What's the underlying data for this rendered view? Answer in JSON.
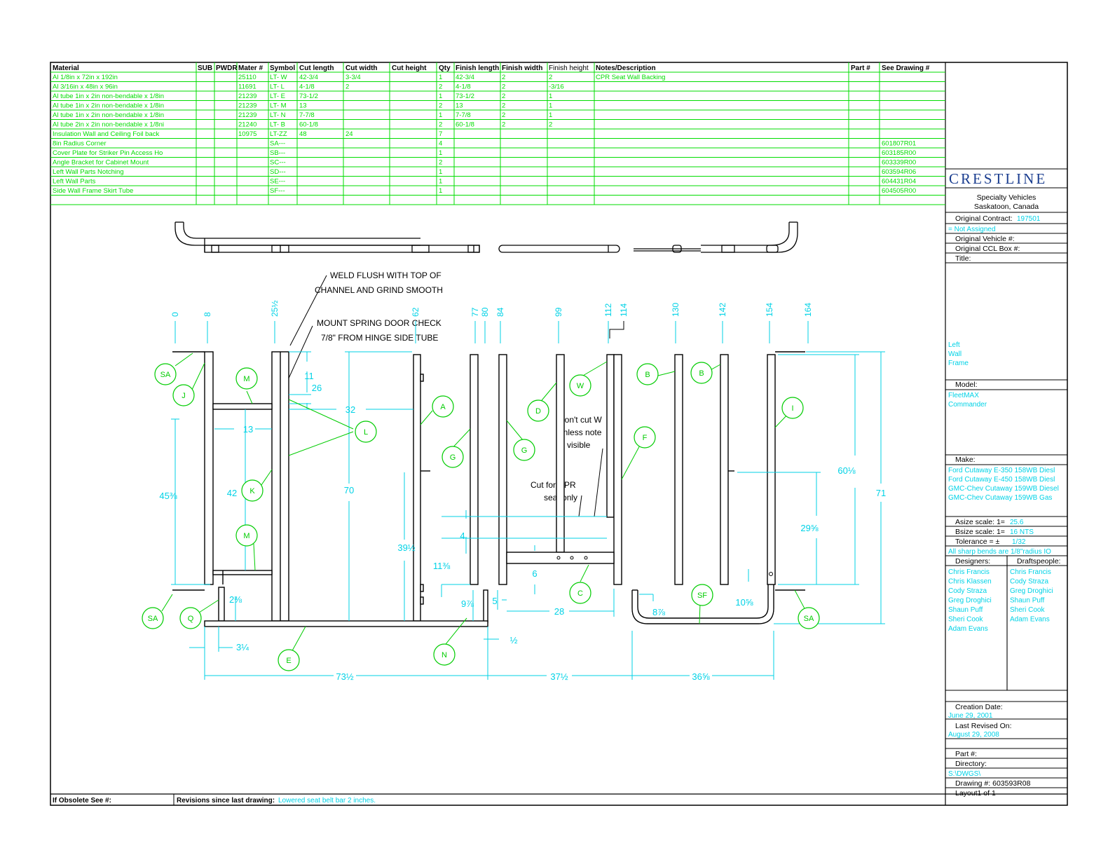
{
  "bom": {
    "headers": {
      "material": "Material",
      "sub": "SUB",
      "pwdr": "PWDR",
      "mater_no": "Mater #",
      "symbol": "Symbol",
      "cut_length": "Cut length",
      "cut_width": "Cut width",
      "cut_height": "Cut height",
      "qty": "Qty",
      "finish_length": "Finish length",
      "finish_width": "Finish width",
      "finish_height": "Finish height",
      "notes": "Notes/Description",
      "part_no": "Part #",
      "see_drawing": "See Drawing #"
    },
    "rows": [
      {
        "material": "Al 1/8in x 72in x 192in",
        "mater": "25110",
        "symbol": "LT- W",
        "cut_length": "42-3/4",
        "cut_width": "3-3/4",
        "qty": "1",
        "finish_length": "42-3/4",
        "finish_width": "2",
        "finish_height": "2",
        "notes": "CPR Seat Wall Backing",
        "drawing": ""
      },
      {
        "material": "Al 3/16in x 48in x 96in",
        "mater": "11691",
        "symbol": "LT- L",
        "cut_length": "4-1/8",
        "cut_width": "2",
        "qty": "2",
        "finish_length": "4-1/8",
        "finish_width": "2",
        "finish_height": "-3/16",
        "notes": "",
        "drawing": ""
      },
      {
        "material": "Al tube 1in x 2in non-bendable x 1/8in",
        "mater": "21239",
        "symbol": "LT- E",
        "cut_length": "73-1/2",
        "cut_width": "",
        "qty": "1",
        "finish_length": "73-1/2",
        "finish_width": "2",
        "finish_height": "1",
        "notes": "",
        "drawing": ""
      },
      {
        "material": "Al tube 1in x 2in non-bendable x 1/8in",
        "mater": "21239",
        "symbol": "LT- M",
        "cut_length": "13",
        "cut_width": "",
        "qty": "2",
        "finish_length": "13",
        "finish_width": "2",
        "finish_height": "1",
        "notes": "",
        "drawing": ""
      },
      {
        "material": "Al tube 1in x 2in non-bendable x 1/8in",
        "mater": "21239",
        "symbol": "LT- N",
        "cut_length": "7-7/8",
        "cut_width": "",
        "qty": "1",
        "finish_length": "7-7/8",
        "finish_width": "2",
        "finish_height": "1",
        "notes": "",
        "drawing": ""
      },
      {
        "material": "Al tube 2in x 2in non-bendable x 1/8ni",
        "mater": "21240",
        "symbol": "LT- B",
        "cut_length": "60-1/8",
        "cut_width": "",
        "qty": "2",
        "finish_length": "60-1/8",
        "finish_width": "2",
        "finish_height": "2",
        "notes": "",
        "drawing": ""
      },
      {
        "material": "Insulation Wall and Ceiling Foil back",
        "mater": "10975",
        "symbol": "LT-ZZ",
        "cut_length": "48",
        "cut_width": "24",
        "qty": "7",
        "finish_length": "",
        "finish_width": "",
        "finish_height": "",
        "notes": "",
        "drawing": ""
      },
      {
        "material": "8in Radius Corner",
        "mater": "",
        "symbol": "SA---",
        "cut_length": "",
        "cut_width": "",
        "qty": "4",
        "finish_length": "",
        "finish_width": "",
        "finish_height": "",
        "notes": "",
        "drawing": "601807R01"
      },
      {
        "material": "Cover Plate for Striker Pin Access Ho",
        "mater": "",
        "symbol": "SB---",
        "cut_length": "",
        "cut_width": "",
        "qty": "1",
        "finish_length": "",
        "finish_width": "",
        "finish_height": "",
        "notes": "",
        "drawing": "603185R00"
      },
      {
        "material": "Angle Bracket for Cabinet Mount",
        "mater": "",
        "symbol": "SC---",
        "cut_length": "",
        "cut_width": "",
        "qty": "2",
        "finish_length": "",
        "finish_width": "",
        "finish_height": "",
        "notes": "",
        "drawing": "603339R00"
      },
      {
        "material": "Left Wall Parts Notching",
        "mater": "",
        "symbol": "SD---",
        "cut_length": "",
        "cut_width": "",
        "qty": "1",
        "finish_length": "",
        "finish_width": "",
        "finish_height": "",
        "notes": "",
        "drawing": "603594R06"
      },
      {
        "material": "Left Wall Parts",
        "mater": "",
        "symbol": "SE---",
        "cut_length": "",
        "cut_width": "",
        "qty": "1",
        "finish_length": "",
        "finish_width": "",
        "finish_height": "",
        "notes": "",
        "drawing": "604431R04"
      },
      {
        "material": "Side Wall Frame Skirt Tube",
        "mater": "",
        "symbol": "SF---",
        "cut_length": "",
        "cut_width": "",
        "qty": "1",
        "finish_length": "",
        "finish_width": "",
        "finish_height": "",
        "notes": "",
        "drawing": "604505R00"
      }
    ]
  },
  "notes": {
    "weld_line1": "WELD FLUSH WITH TOP OF",
    "weld_line2": "CHANNEL AND GRIND SMOOTH",
    "door_line1": "MOUNT SPRING DOOR CHECK",
    "door_line2": "7/8\" FROM HINGE SIDE TUBE",
    "w_line1": "Don't cut W",
    "w_line2": "unless note",
    "w_line3": "is visible",
    "cpr_line1": "Cut for CPR",
    "cpr_line2": "seat only"
  },
  "ordinates": [
    "0",
    "8",
    "25½",
    "62",
    "77",
    "80",
    "84",
    "99",
    "112",
    "114",
    "130",
    "142",
    "154",
    "164"
  ],
  "dimensions": {
    "d11": "11",
    "d26": "26",
    "d32": "32",
    "d13": "13",
    "d42": "42",
    "d45": "45⅜",
    "d70": "70",
    "d39": "39½",
    "d4": "4",
    "d11b": "11⅜",
    "d6": "6",
    "d28": "28",
    "d5": "5",
    "d9": "9⅞",
    "d2": "2⅜",
    "d3": "3¼",
    "d_half": "½",
    "d73": "73½",
    "d37": "37½",
    "d36": "36⅝",
    "d8": "8⅞",
    "d10": "10⅝",
    "d60": "60⅛",
    "d29": "29⅝",
    "d71": "71"
  },
  "bubbles": {
    "SA": "SA",
    "J": "J",
    "M": "M",
    "L": "L",
    "K": "K",
    "Q": "Q",
    "E": "E",
    "A": "A",
    "G": "G",
    "D": "D",
    "W": "W",
    "F": "F",
    "B": "B",
    "I": "I",
    "C": "C",
    "N": "N",
    "SF": "SF"
  },
  "title_block": {
    "logo": "CRESTLINE",
    "company_line1": "Specialty Vehicles",
    "company_line2": "Saskatoon, Canada",
    "orig_contract_label": "Original Contract:",
    "orig_contract_value": "197501",
    "not_assigned": "= Not Assigned",
    "orig_vehicle_label": "Original Vehicle #:",
    "orig_ccl_label": "Original CCL Box #:",
    "title_label": "Title:",
    "title_value1": "Left",
    "title_value2": "Wall",
    "title_value3": "Frame",
    "model_label": "Model:",
    "model_value1": "FleetMAX",
    "model_value2": "Commander",
    "make_label": "Make:",
    "make_values": [
      "Ford Cutaway E-350 158WB Diesl",
      "Ford Cutaway E-450 158WB Diesl",
      "GMC-Chev Cutaway 159WB Diesel",
      "GMC-Chev Cutaway 159WB Gas"
    ],
    "asize_label": "Asize scale: 1=",
    "asize_value": "25.6",
    "bsize_label": "Bsize scale: 1=",
    "bsize_value": "16 NTS",
    "tolerance_label": "Tolerance = ±",
    "tolerance_value": "1/32",
    "bends_note": "All sharp bends are 1/8\"radius IO",
    "designers_label": "Designers:",
    "draftspeople_label": "Draftspeople:",
    "designers": [
      "Chris Francis",
      "Chris Klassen",
      "Cody Straza",
      "Greg Droghici",
      "Shaun Puff",
      "Sheri Cook",
      "Adam Evans"
    ],
    "draftspeople": [
      "Chris Francis",
      "Cody Straza",
      "Greg Droghici",
      "Shaun Puff",
      "Sheri Cook",
      "Adam Evans"
    ],
    "creation_label": "Creation Date:",
    "creation_value": "June 29, 2001",
    "revised_label": "Last Revised On:",
    "revised_value": "August 29, 2008",
    "part_label": "Part #:",
    "directory_label": "Directory:",
    "directory_value": "S:\\DWGS\\",
    "drawing_label": "Drawing #: 603593R08",
    "layout_label": "Layout1 of 1"
  },
  "footer": {
    "obsolete_label": "If Obsolete See #:",
    "revisions_label": "Revisions since last drawing:",
    "revisions_value": "Lowered seat belt bar 2 inches."
  },
  "colors": {
    "bom_text": "#00dd00",
    "dimension": "#00d2e6",
    "outline": "#000000",
    "logo": "#1a3d8f"
  }
}
